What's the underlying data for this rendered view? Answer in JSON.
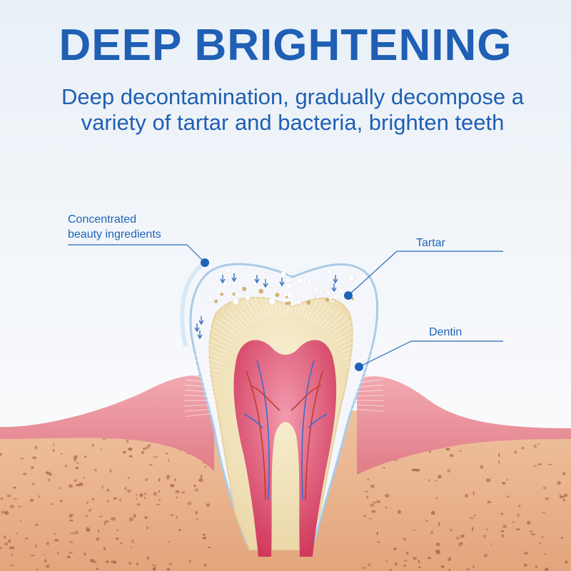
{
  "header": {
    "title": "DEEP BRIGHTENING",
    "subtitle": "Deep decontamination, gradually decompose a variety of tartar and bacteria, brighten teeth"
  },
  "labels": {
    "concentrated_line1": "Concentrated",
    "concentrated_line2": "beauty ingredients",
    "tartar": "Tartar",
    "dentin": "Dentin"
  },
  "colors": {
    "title_blue": "#1f5fb4",
    "gum_pink": "#e78a95",
    "bone": "#e8b48f",
    "dentin_cream": "#f1e4be",
    "pulp_red": "#d94a66",
    "enamel_white": "#f5f6fb"
  }
}
